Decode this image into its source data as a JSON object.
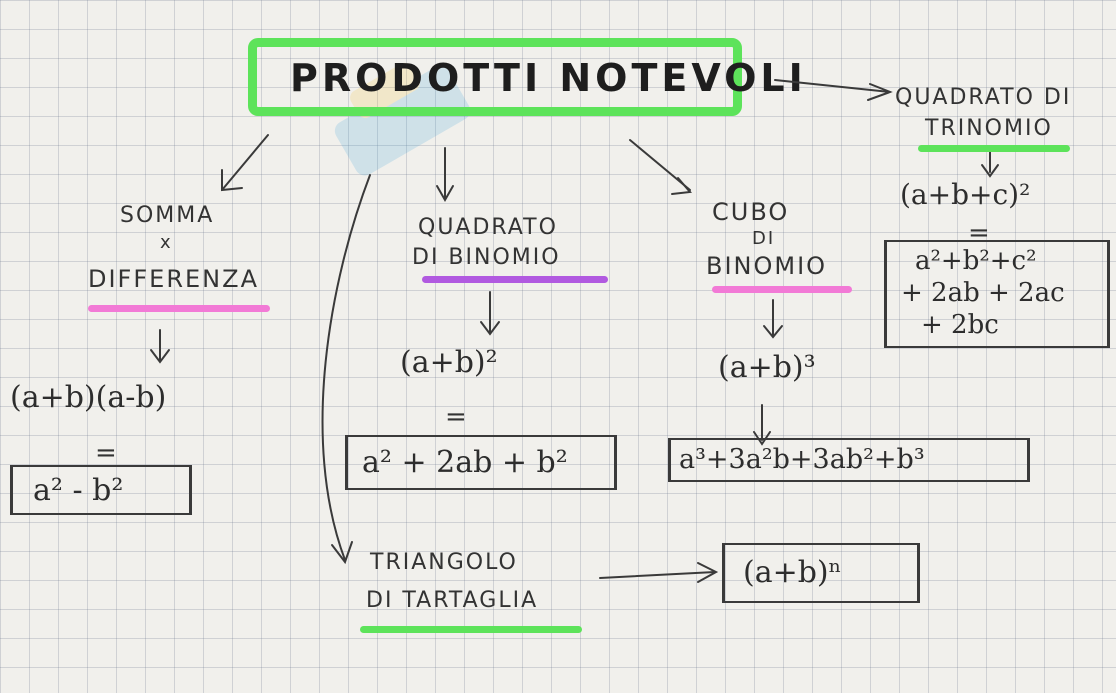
{
  "title": "PRODOTTI NOTEVOLI",
  "branches": {
    "somma_differenza": {
      "label_line1": "SOMMA",
      "label_line2": "x",
      "label_line3": "DIFFERENZA",
      "expression": "(a+b)(a-b)",
      "equals": "=",
      "result": "a² - b²",
      "highlight_color": "#f27ad6"
    },
    "quadrato_binomio": {
      "label_line1": "QUADRATO",
      "label_line2": "DI BINOMIO",
      "expression": "(a+b)²",
      "equals": "=",
      "result": "a² + 2ab + b²",
      "highlight_color": "#b15ae0"
    },
    "cubo_binomio": {
      "label_line1": "CUBO",
      "label_line2": "DI",
      "label_line3": "BINOMIO",
      "expression": "(a+b)³",
      "result": "a³+3a²b+3ab²+b³",
      "highlight_color": "#f27ad6"
    },
    "quadrato_trinomio": {
      "label_line1": "QUADRATO DI",
      "label_line2": "TRINOMIO",
      "expression": "(a+b+c)²",
      "equals": "=",
      "result_line1": "a²+b²+c²",
      "result_line2": "+ 2ab + 2ac",
      "result_line3": "+ 2bc",
      "highlight_color": "#5de35a"
    },
    "triangolo": {
      "label_line1": "TRIANGOLO",
      "label_line2": "DI TARTAGLIA",
      "result": "(a+b)ⁿ",
      "highlight_color": "#5de35a"
    }
  },
  "colors": {
    "title_frame": "#5de35a",
    "ink": "#2d2d2d",
    "grid_paper": "#f1f0ec"
  }
}
